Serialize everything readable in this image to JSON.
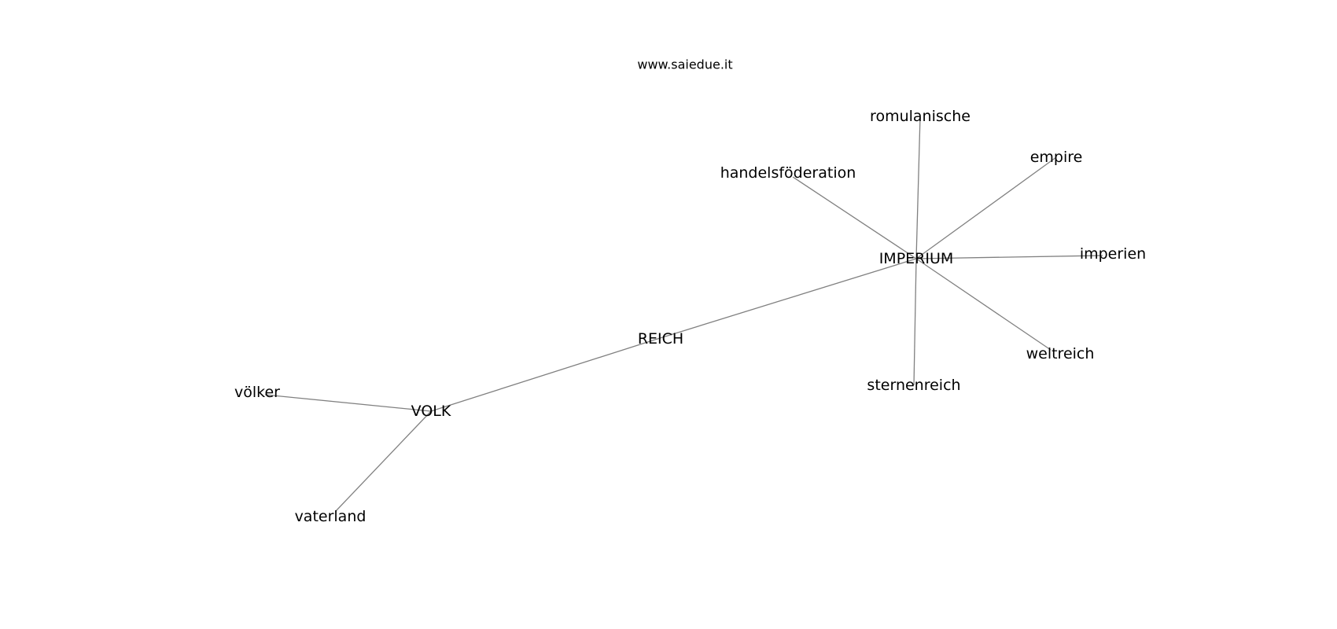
{
  "header": {
    "site": "www.saiedue.it"
  },
  "graph": {
    "nodes": [
      {
        "id": "imperium",
        "label": "IMPERIUM"
      },
      {
        "id": "reich",
        "label": "REICH"
      },
      {
        "id": "volk",
        "label": "VOLK"
      },
      {
        "id": "romulanische",
        "label": "romulanische"
      },
      {
        "id": "handelsfoederation",
        "label": "handelsföderation"
      },
      {
        "id": "empire",
        "label": "empire"
      },
      {
        "id": "imperien",
        "label": "imperien"
      },
      {
        "id": "weltreich",
        "label": "weltreich"
      },
      {
        "id": "sternenreich",
        "label": "sternenreich"
      },
      {
        "id": "voelker",
        "label": "völker"
      },
      {
        "id": "vaterland",
        "label": "vaterland"
      }
    ],
    "edges": [
      {
        "from": "imperium",
        "to": "romulanische"
      },
      {
        "from": "imperium",
        "to": "handelsfoederation"
      },
      {
        "from": "imperium",
        "to": "empire"
      },
      {
        "from": "imperium",
        "to": "imperien"
      },
      {
        "from": "imperium",
        "to": "weltreich"
      },
      {
        "from": "imperium",
        "to": "sternenreich"
      },
      {
        "from": "imperium",
        "to": "reich"
      },
      {
        "from": "reich",
        "to": "volk"
      },
      {
        "from": "volk",
        "to": "voelker"
      },
      {
        "from": "volk",
        "to": "vaterland"
      }
    ]
  }
}
